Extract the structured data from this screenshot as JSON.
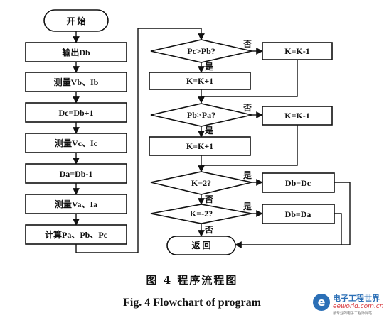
{
  "flowchart": {
    "nodes": {
      "start": "开 始",
      "output_db": "输出Db",
      "measure_vb_ib": "测量Vb、Ib",
      "set_dc": "Dc=Db+1",
      "measure_vc_ic": "测量Vc、Ic",
      "set_da": "Da=Db-1",
      "measure_va_ia": "测量Va、Ia",
      "compute_p": "计算Pa、Pb、Pc",
      "decision_pc_pb": "Pc>Pb?",
      "k_minus_1_a": "K=K-1",
      "k_plus_1_a": "K=K+1",
      "decision_pb_pa": "Pb>Pa?",
      "k_minus_1_b": "K=K-1",
      "k_plus_1_b": "K=K+1",
      "decision_k_2": "K=2?",
      "set_db_dc": "Db=Dc",
      "decision_k_neg2": "K=-2?",
      "set_db_da": "Db=Da",
      "return": "返 回"
    },
    "edge_labels": {
      "no": "否",
      "yes": "是"
    }
  },
  "caption": {
    "chinese": "图 4   程序流程图",
    "english": "Fig. 4   Flowchart of program"
  },
  "watermark": {
    "icon": "e-logo-icon",
    "name": "电子工程世界",
    "url": "eeworld.com.cn",
    "sub": "最专业的电子工程师网站"
  }
}
